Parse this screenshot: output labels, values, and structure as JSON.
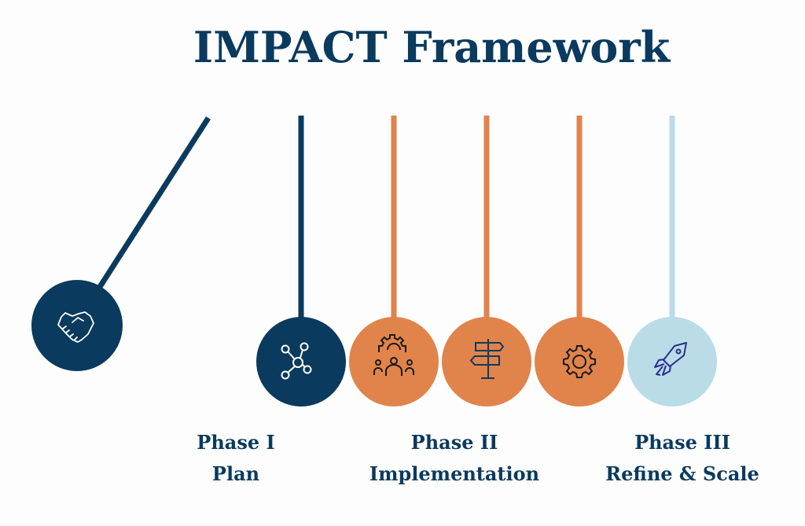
{
  "title": "IMPACT Framework",
  "colors": {
    "navy": "#0a3a5e",
    "orange": "#e0844c",
    "light_blue": "#b9dce7"
  },
  "balls": [
    {
      "icon": "handshake-icon",
      "color": "navy",
      "swung": true
    },
    {
      "icon": "network-icon",
      "color": "navy"
    },
    {
      "icon": "team-gear-icon",
      "color": "orange"
    },
    {
      "icon": "signpost-icon",
      "color": "orange"
    },
    {
      "icon": "gear-icon",
      "color": "orange"
    },
    {
      "icon": "rocket-icon",
      "color": "light_blue"
    }
  ],
  "phases": [
    {
      "name": "Phase I",
      "subtitle": "Plan"
    },
    {
      "name": "Phase II",
      "subtitle": "Implementation"
    },
    {
      "name": "Phase III",
      "subtitle": "Refine & Scale"
    }
  ]
}
